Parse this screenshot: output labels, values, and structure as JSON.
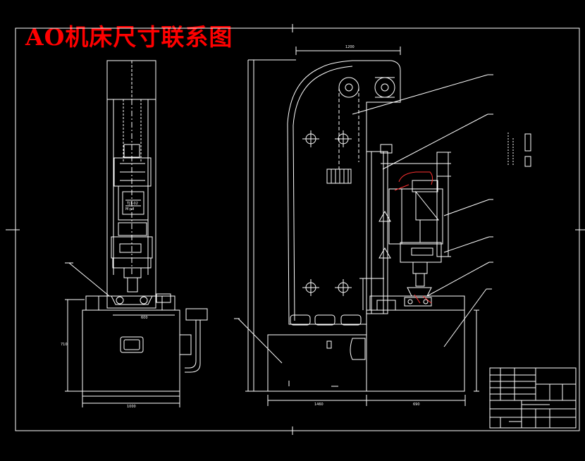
{
  "drawing": {
    "title": "AO机床尺寸联系图",
    "title_color": "#ff0000",
    "line_color": "#ffffff",
    "background": "#000000",
    "views": [
      "side-view",
      "front-view"
    ],
    "title_block": {
      "rows": 6,
      "columns": 5
    }
  }
}
